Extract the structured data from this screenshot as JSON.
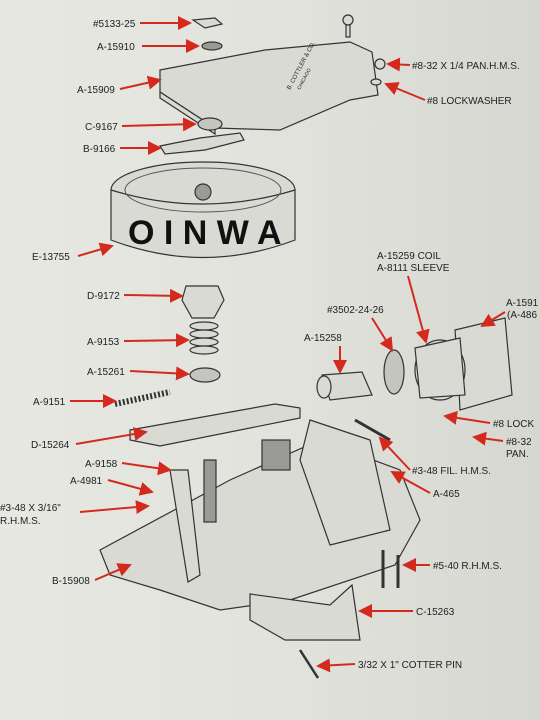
{
  "labels": {
    "l_5133_25": "#5133-25",
    "l_a15910": "A-15910",
    "l_a15909": "A-15909",
    "l_c9167": "C-9167",
    "l_b9166": "B-9166",
    "l_e13755": "E-13755",
    "l_d9172": "D-9172",
    "l_a9153": "A-9153",
    "l_a15261": "A-15261",
    "l_a9151": "A-9151",
    "l_d15264": "D-15264",
    "l_a9158": "A-9158",
    "l_a4981": "A-4981",
    "l_348_316_a": "#3-48 X 3/16\"",
    "l_348_316_b": "R.H.M.S.",
    "l_b15908": "B-15908",
    "l_832_14": "#8-32 X 1/4 PAN.H.M.S.",
    "l_8lock": "#8 LOCKWASHER",
    "l_coil": "A-15259 COIL",
    "l_sleeve": "A-8111 SLEEVE",
    "l_3502": "#3502-24-26",
    "l_a15258": "A-15258",
    "l_a1591": "A-1591",
    "l_a486": "(A-486",
    "l_8lock2": "#8 LOCK",
    "l_832b": "#8-32",
    "l_pan": "PAN.",
    "l_348fil": "#3-48 FIL. H.M.S.",
    "l_a465": "A-465",
    "l_540": "#5-40 R.H.M.S.",
    "l_c15263": "C-15263",
    "l_cotter": "3/32 X 1\" COTTER PIN"
  },
  "plate_text": [
    "B. COTTLER & CO.",
    "CHICAGO"
  ],
  "drum_text": "O I N W A"
}
